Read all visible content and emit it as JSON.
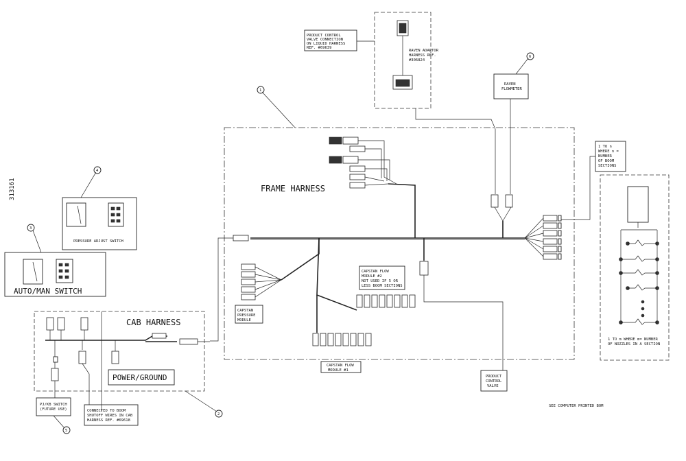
{
  "doc_number": "313161",
  "frame": {
    "title": "FRAME HARNESS",
    "callout": "1"
  },
  "cab": {
    "title": "CAB HARNESS",
    "power_ground": "POWER/GROUND",
    "callout": "2"
  },
  "auto_man": {
    "title": "AUTO/MAN SWITCH",
    "callout": "3"
  },
  "pressure_adjust": {
    "title": "PRESSURE ADJUST SWITCH",
    "callout": "4"
  },
  "pwm_switch": {
    "lines": [
      "PJ/KB SWITCH",
      "(FUTURE USE)"
    ],
    "callout": "5"
  },
  "raven_flowmeter": {
    "lines": [
      "RAVEN",
      "FLOWMETER"
    ],
    "callout": "6"
  },
  "product_control_conn": {
    "lines": [
      "PRODUCT CONTROL",
      "VALVE CONNECTION",
      "ON LIQUID HARNESS",
      "REF. #69639"
    ]
  },
  "raven_adaptor": {
    "lines": [
      "RAVEN ADAPTOR",
      "HARNESS REF.",
      "#306824"
    ]
  },
  "boom_sections_note": {
    "lines": [
      "1 TO n",
      "WHERE n =",
      "NUMBER",
      "OF BOOM",
      "SECTIONS"
    ]
  },
  "nozzles_note": {
    "lines": [
      "1 TO m WHERE m= NUMBER",
      "OF NOZZLES IN A SECTION"
    ]
  },
  "capstan_module_2": {
    "lines": [
      "CAPSTAN FLOW",
      "MODULE #2",
      "NOT USED IF 5 OR",
      "LESS BOOM SECTIONS"
    ]
  },
  "capstan_pressure": {
    "lines": [
      "CAPSTAN",
      "PRESSURE",
      "MODULE"
    ]
  },
  "capstan_module_1": {
    "lines": [
      "CAPSTAN FLOW",
      "MODULE #1"
    ]
  },
  "product_control_valve": {
    "lines": [
      "PRODUCT",
      "CONTROL",
      "VALVE"
    ]
  },
  "boom_shutoff_note": {
    "lines": [
      "CONNECTED TO BOOM",
      "SHUTOFF WIRES IN CAB",
      "HARNESS REF. #69618"
    ]
  },
  "bom_note": "SEE COMPUTER PRINTED BOM"
}
